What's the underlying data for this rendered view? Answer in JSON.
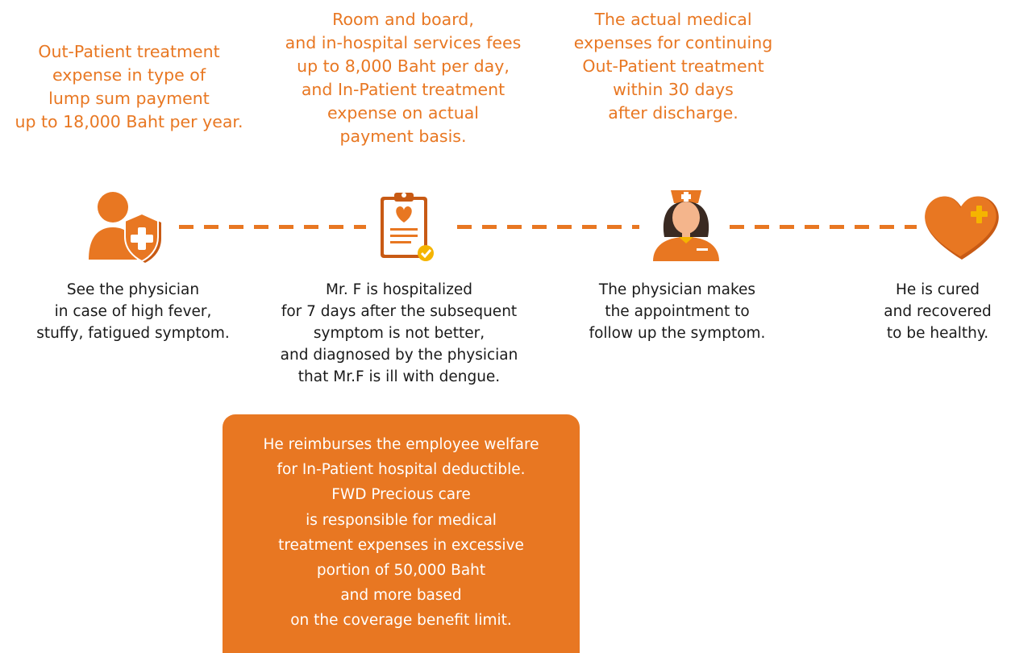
{
  "colors": {
    "accent": "#e87722",
    "text": "#1a1a1a",
    "icon_dark": "#c85a14",
    "skin": "#f4b58c"
  },
  "icons": [
    "person-shield-icon",
    "clipboard-heart-icon",
    "nurse-icon",
    "heart-plus-icon"
  ],
  "steps": [
    {
      "benefit": "Out-Patient treatment\nexpense in type of\nlump sum payment\nup to 18,000 Baht per year.",
      "event": "See the physician\nin case of high fever,\nstuffy, fatigued symptom."
    },
    {
      "benefit": "Room and board,\nand in-hospital services fees\nup to 8,000 Baht per day,\nand In-Patient treatment\nexpense on actual\npayment basis.",
      "event": "Mr. F is hospitalized\nfor 7 days after the subsequent\nsymptom is not better,\nand diagnosed by the physician\nthat Mr.F is ill with dengue."
    },
    {
      "benefit": "The actual medical\nexpenses for continuing\nOut-Patient treatment\nwithin 30 days\nafter discharge.",
      "event": "The physician makes\nthe appointment to\nfollow up the symptom."
    },
    {
      "benefit": "",
      "event": "He is cured\nand recovered\nto be healthy."
    }
  ],
  "callout": {
    "text": "He reimburses the employee welfare\nfor In-Patient hospital deductible.\nFWD Precious care\nis responsible for medical\ntreatment expenses in excessive\nportion of 50,000 Baht\nand more based\non the coverage benefit limit."
  }
}
